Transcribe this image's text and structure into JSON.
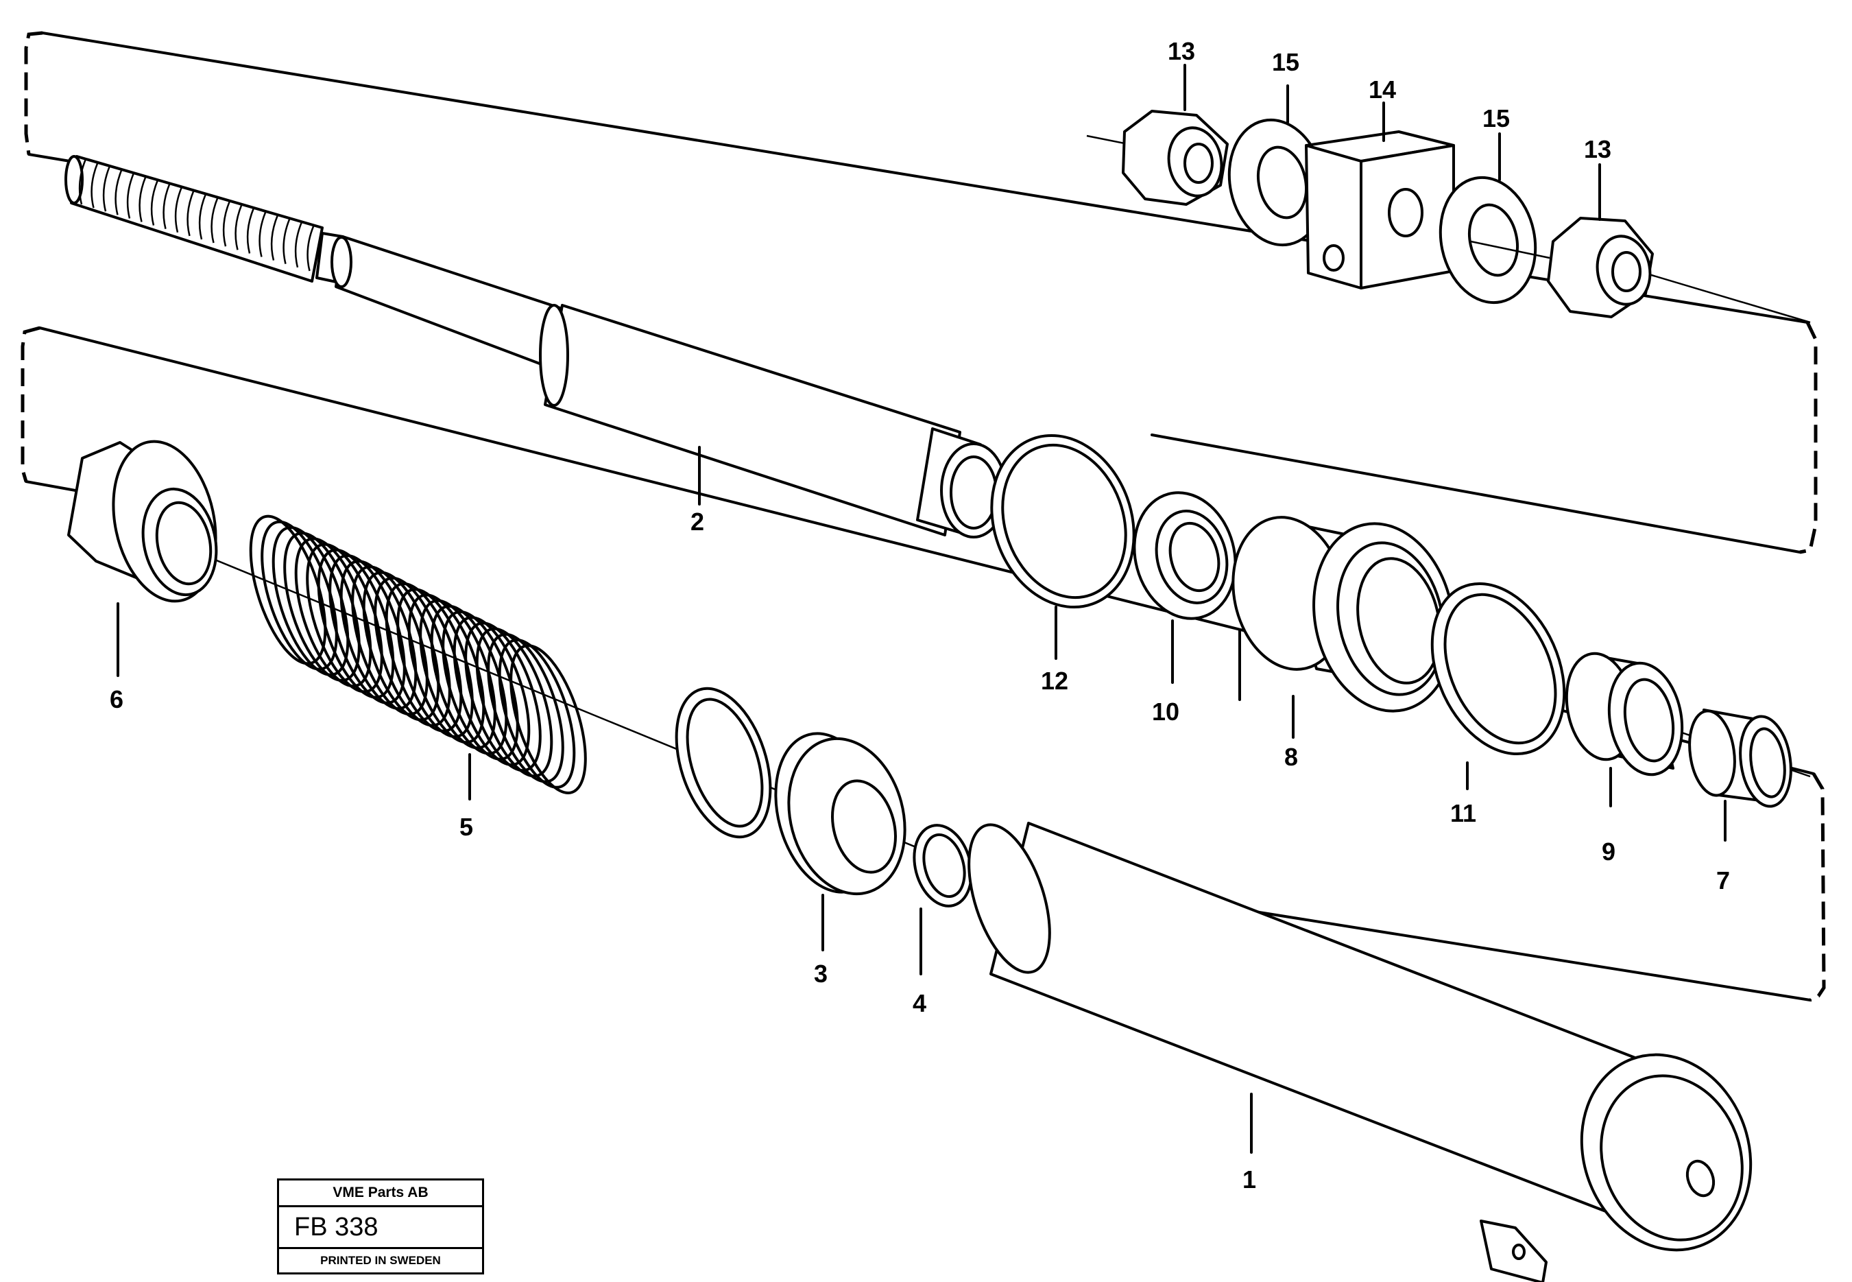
{
  "callouts": [
    "1",
    "2",
    "3",
    "4",
    "5",
    "6",
    "7",
    "8",
    "9",
    "10",
    "11",
    "12",
    "13",
    "14",
    "15",
    "13",
    "15"
  ],
  "stamp": {
    "company": "VME Parts AB",
    "code": "FB 338",
    "printed": "PRINTED IN SWEDEN"
  }
}
